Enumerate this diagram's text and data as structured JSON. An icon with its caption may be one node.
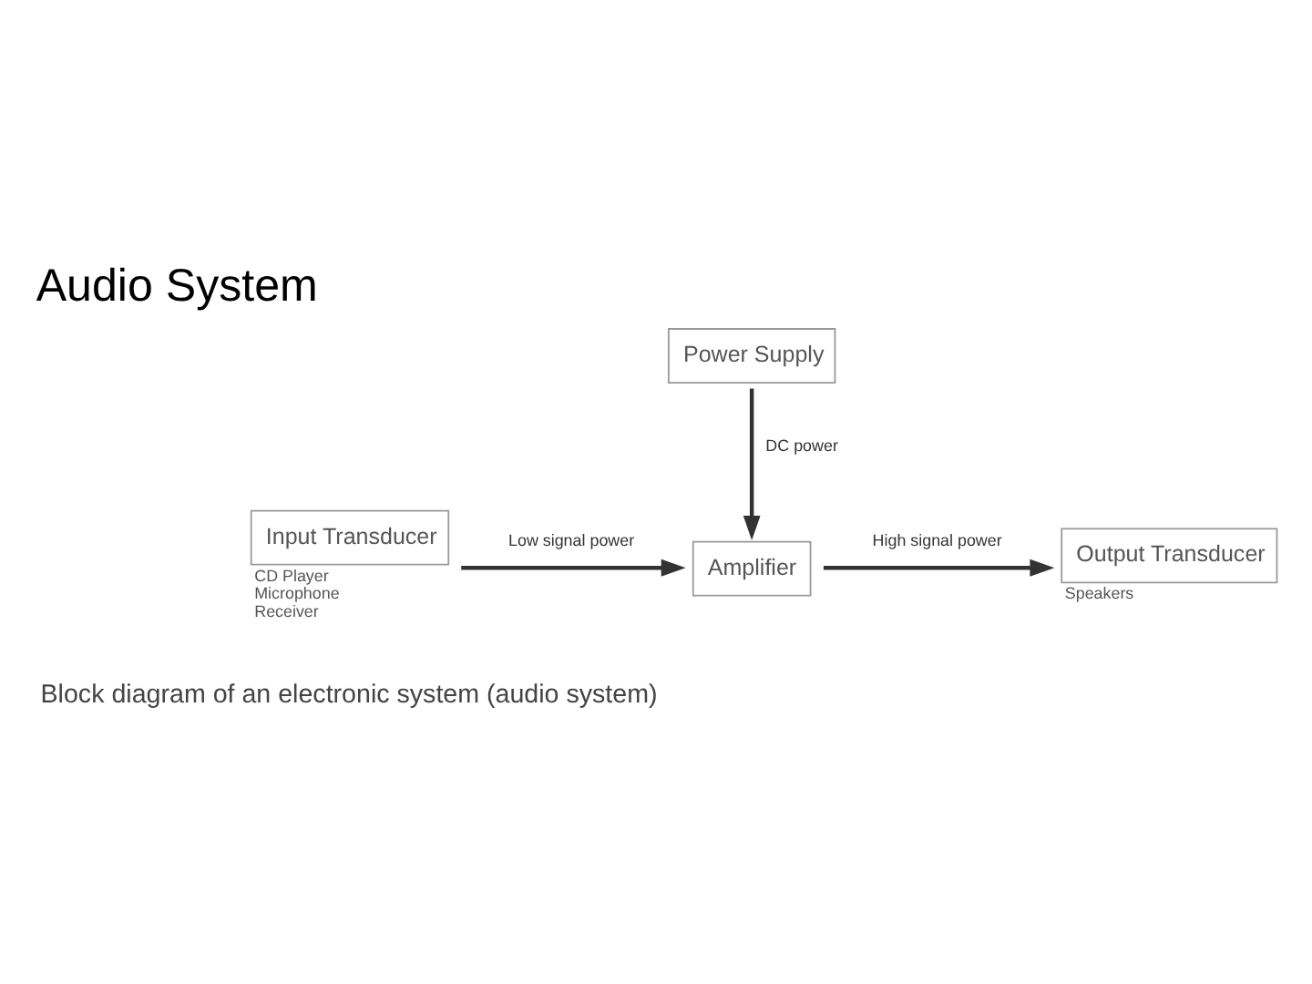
{
  "diagram": {
    "title": "Audio System",
    "caption": "Block diagram of an electronic system (audio system)",
    "nodes": [
      {
        "text": [
          "Power Supply"
        ]
      },
      {
        "text": [
          "Input Transducer"
        ],
        "beside": [
          "CD Player",
          "Microphone",
          "Receiver"
        ]
      },
      {
        "text": [
          "Amplifier"
        ]
      },
      {
        "text": [
          "Output Transducer"
        ],
        "beside": [
          "Speakers"
        ]
      }
    ],
    "edges": [
      {
        "from": 0,
        "to": 2,
        "arrow": "to",
        "label": "DC power"
      },
      {
        "from": 1,
        "to": 2,
        "arrow": "to",
        "label": "Low signal power"
      },
      {
        "from": 2,
        "to": 3,
        "arrow": "to",
        "label": "High signal power"
      }
    ]
  }
}
